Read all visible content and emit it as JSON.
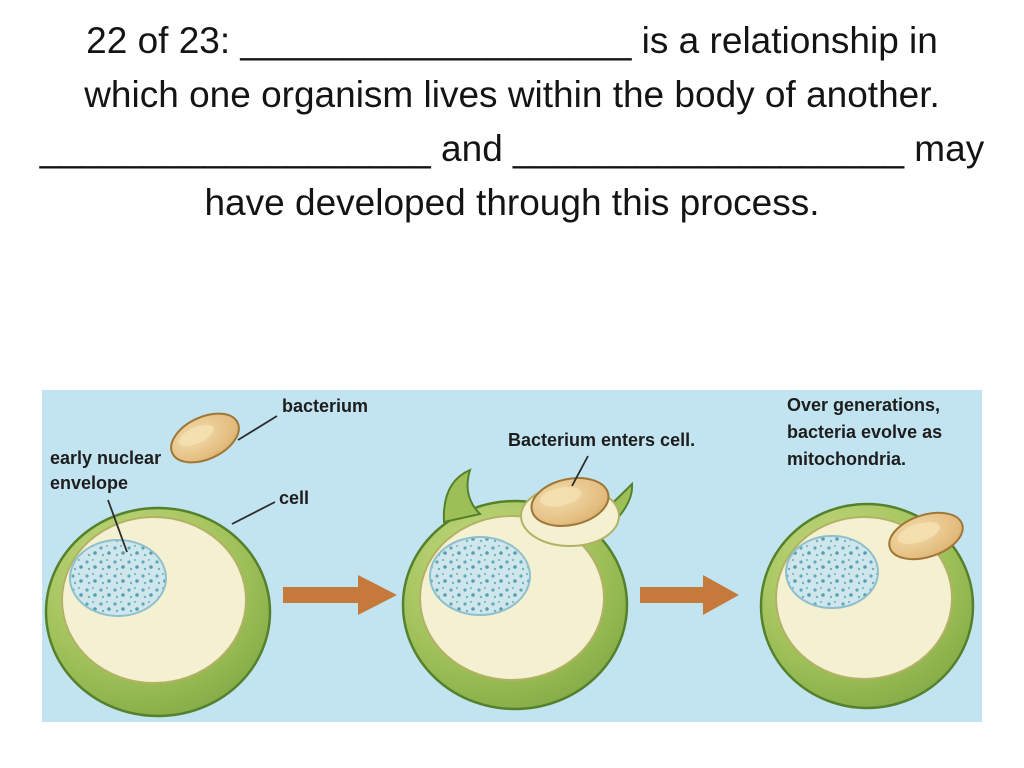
{
  "slide": {
    "question_lines": [
      "22 of 23: ___________________ is a relationship in",
      "which one organism lives within the body of another.",
      "___________________ and ___________________ may",
      "have developed through this process."
    ]
  },
  "figure": {
    "labels": {
      "bacterium": "bacterium",
      "early_nuclear_envelope_line1": "early nuclear",
      "early_nuclear_envelope_line2": "envelope",
      "cell": "cell",
      "bacterium_enters": "Bacterium enters cell.",
      "over_generations_line1": "Over generations,",
      "over_generations_line2": "bacteria evolve as",
      "over_generations_line3": "mitochondria."
    },
    "colors": {
      "figure_background": "#c2e4f1",
      "arrow": "#c57a3c",
      "cell_green": "#9fc059",
      "cytoplasm_cream": "#f4f0d2",
      "bacterium_tan": "#e3bd7f",
      "nucleus_blue": "#cfe7ec"
    }
  }
}
